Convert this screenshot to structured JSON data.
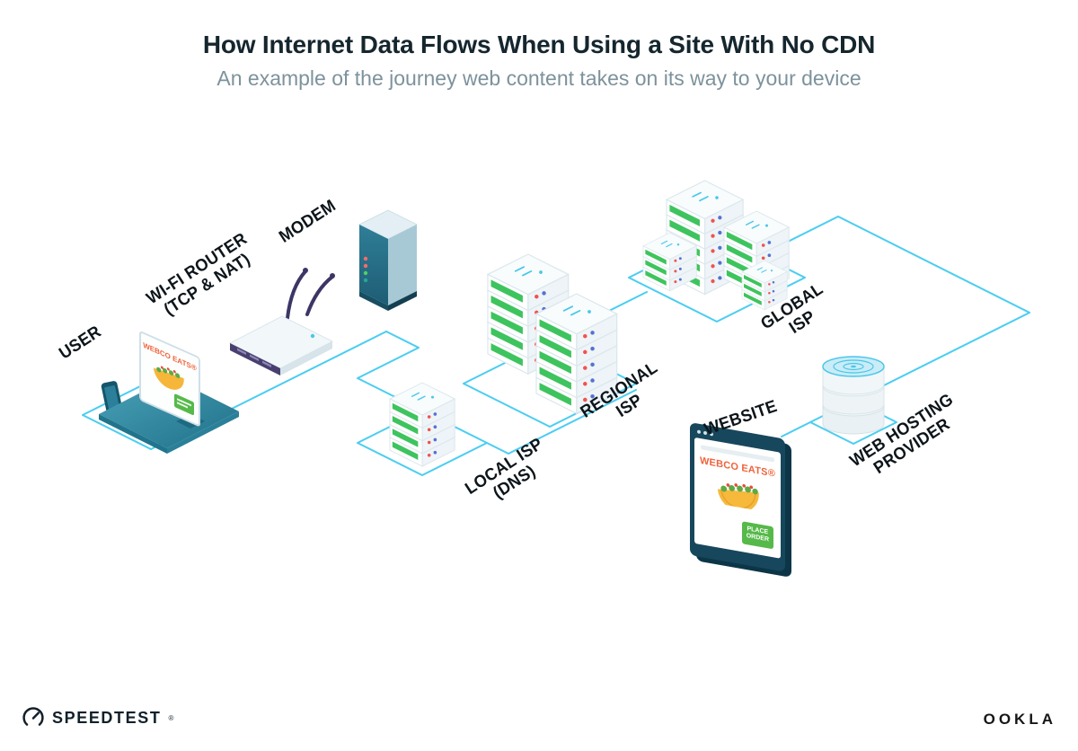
{
  "header": {
    "title": "How Internet Data Flows When Using a Site With No CDN",
    "subtitle": "An example of the journey web content takes on its way to your device"
  },
  "nodes": {
    "user": {
      "label": "USER"
    },
    "wifi_router": {
      "label": "WI-FI ROUTER",
      "sublabel": "(TCP & NAT)"
    },
    "modem": {
      "label": "MODEM"
    },
    "local_isp": {
      "label": "LOCAL ISP",
      "sublabel": "(DNS)"
    },
    "regional_isp": {
      "label": "REGIONAL",
      "sublabel": "ISP"
    },
    "global_isp": {
      "label": "GLOBAL",
      "sublabel": "ISP"
    },
    "web_hosting": {
      "label": "WEB HOSTING",
      "sublabel": "PROVIDER"
    },
    "website": {
      "label": "WEBSITE"
    }
  },
  "screens": {
    "laptop_brand": "WEBCO EATS®",
    "website_brand": "WEBCO EATS®",
    "order_line1": "PLACE",
    "order_line2": "ORDER"
  },
  "footer": {
    "speedtest": "SPEEDTEST",
    "speedtest_mark": "®",
    "ookla": "OOKLA"
  },
  "colors": {
    "connection_line": "#4ACDF1",
    "brand_orange": "#F0633C",
    "action_green": "#56B949",
    "server_green": "#3EC45E",
    "device_teal": "#2F7E97",
    "title_text": "#15262E",
    "subtitle_text": "#7D929C"
  }
}
